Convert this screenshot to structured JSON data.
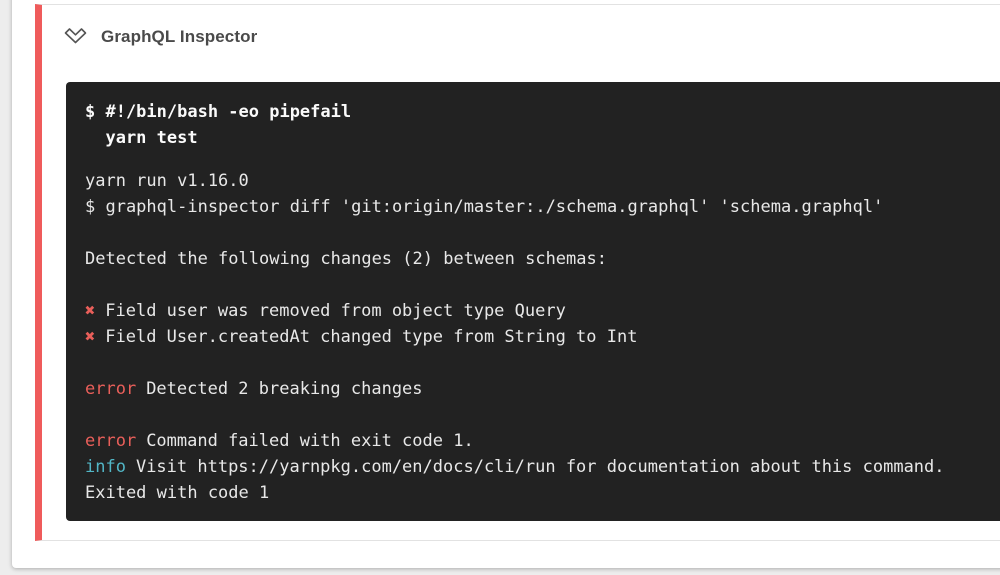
{
  "colors": {
    "page_bg": "#ededed",
    "card_bg": "#ffffff",
    "step_stripe_red": "#ef5b5b",
    "step_border": "#e2e2e2",
    "title_text": "#4a4a4a",
    "terminal_bg": "#222222",
    "terminal_text": "#e8e8e8",
    "error_red": "#e95f5a",
    "info_cyan": "#52b6c6"
  },
  "step": {
    "title": "GraphQL Inspector"
  },
  "terminal": {
    "command": {
      "line1": "$ #!/bin/bash -eo pipefail",
      "line2": "  yarn test"
    },
    "output": {
      "yarn_version": "yarn run v1.16.0",
      "diff_command": "$ graphql-inspector diff 'git:origin/master:./schema.graphql' 'schema.graphql'",
      "detected_summary": "Detected the following changes (2) between schemas:",
      "cross_mark": "✖",
      "change_1": "Field user was removed from object type Query",
      "change_2": "Field User.createdAt changed type from String to Int",
      "error_label": "error",
      "breaking_message": "Detected 2 breaking changes",
      "fail_message": "Command failed with exit code 1.",
      "info_label": "info",
      "info_message": "Visit https://yarnpkg.com/en/docs/cli/run for documentation about this command.",
      "exit_message": "Exited with code 1"
    }
  }
}
